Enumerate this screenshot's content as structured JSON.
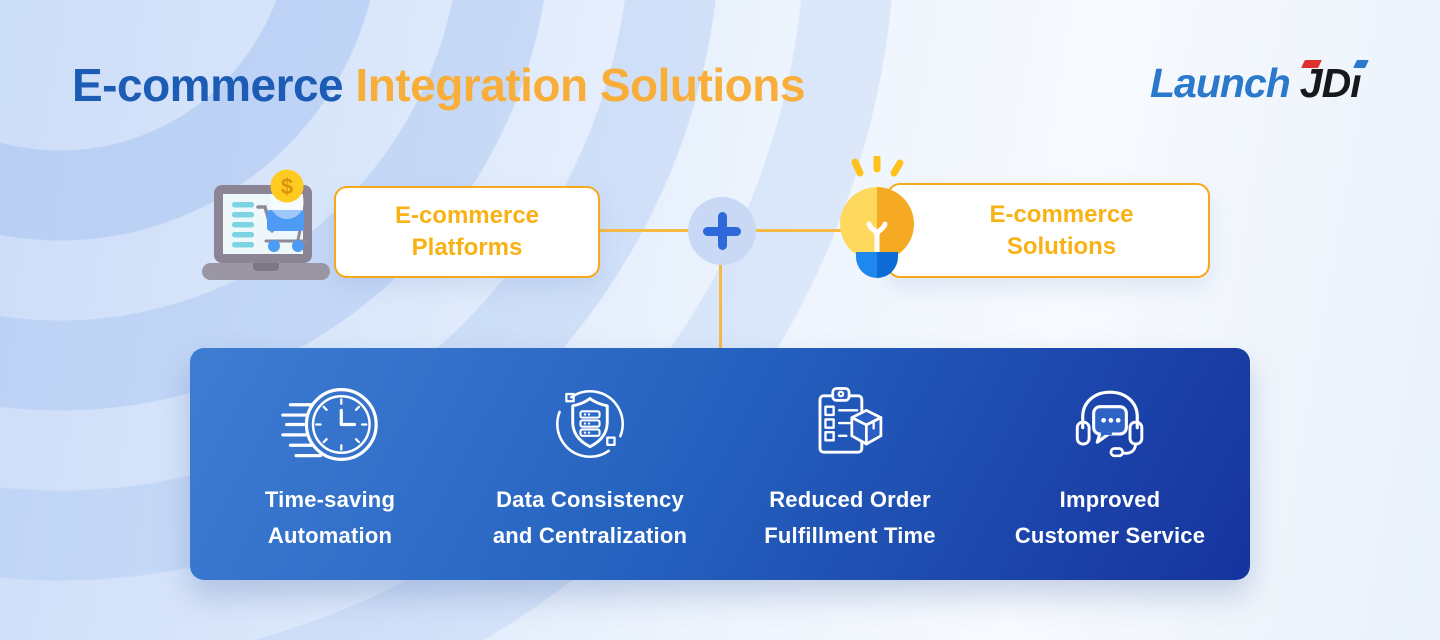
{
  "header": {
    "title": {
      "part1": "E-commerce",
      "part2": " Integration Solutions"
    },
    "logo": {
      "launch": "Launch",
      "jd": "JD",
      "i": "ı"
    }
  },
  "flow": {
    "left_box": {
      "line1": "E-commerce",
      "line2": "Platforms",
      "icon": "laptop-shopping-cart-icon"
    },
    "right_box": {
      "line1": "E-commerce",
      "line2": "Solutions",
      "icon": "lightbulb-icon"
    },
    "connector_icon": "plus-icon",
    "coin_symbol": "$"
  },
  "benefits": {
    "items": [
      {
        "line1": "Time-saving",
        "line2": "Automation",
        "icon": "speed-clock-icon"
      },
      {
        "line1": "Data Consistency",
        "line2": "and Centralization",
        "icon": "shield-database-icon"
      },
      {
        "line1": "Reduced Order",
        "line2": "Fulfillment Time",
        "icon": "clipboard-package-icon"
      },
      {
        "line1": "Improved",
        "line2": "Customer Service",
        "icon": "headset-chat-icon"
      }
    ]
  },
  "colors": {
    "title_blue": "#1C5CB4",
    "title_orange": "#F9AE3A",
    "box_border_orange": "#F7A81B",
    "box_text_gold": "#F9B215",
    "connector_yellow": "#F6BB45",
    "plus_circle_bg": "#C9D9F5",
    "plus_sign_blue": "#2E69DC",
    "panel_gradient_start": "#3F7DD3",
    "panel_gradient_end": "#16339E",
    "panel_text": "#FFFFFF",
    "logo_blue": "#2A79CB",
    "logo_black": "#17181C",
    "logo_red": "#E03131",
    "background_blue": "#DCE8FB"
  }
}
